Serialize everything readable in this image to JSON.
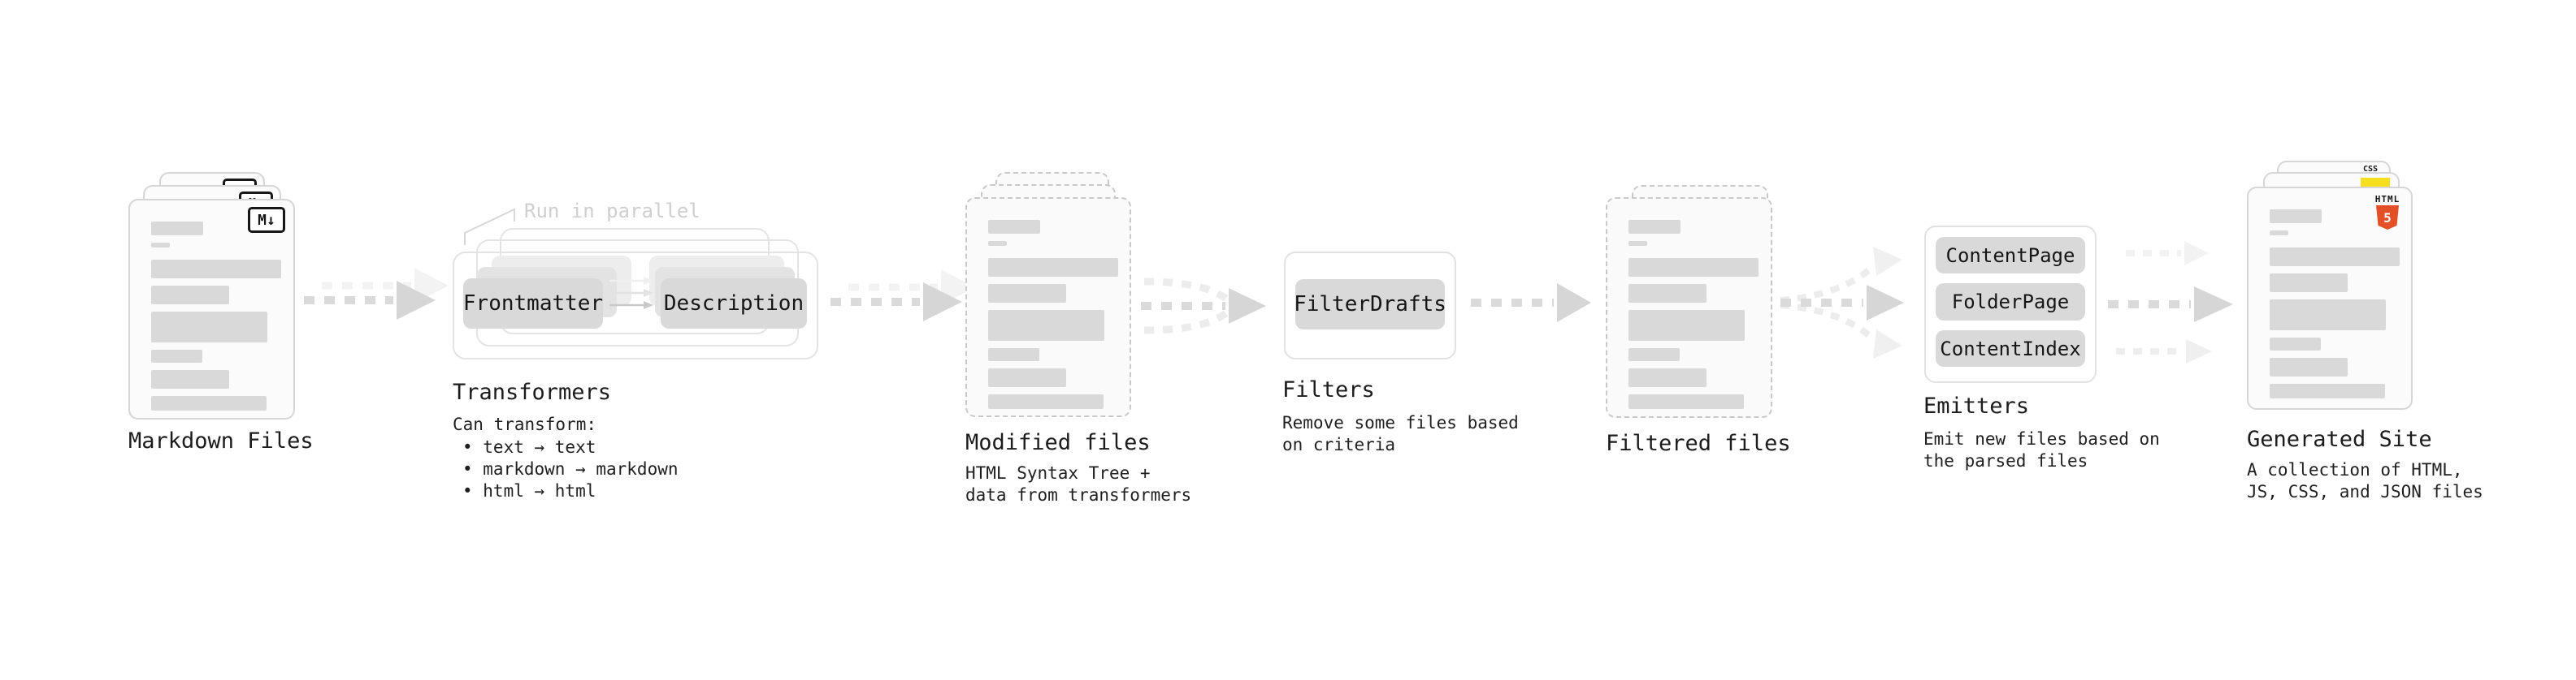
{
  "diagram": {
    "stage1": {
      "label": "Markdown Files",
      "badge": "M↓"
    },
    "stage2": {
      "note": "Run in parallel",
      "pill_left": "Frontmatter",
      "pill_right": "Description",
      "title": "Transformers",
      "caption_lines": [
        "Can transform:",
        "• text → text",
        "• markdown → markdown",
        "• html → html"
      ]
    },
    "stage3": {
      "label": "Modified files",
      "caption": "HTML Syntax Tree +\ndata from transformers"
    },
    "stage4": {
      "pill": "FilterDrafts",
      "title": "Filters",
      "caption": "Remove some files based\non criteria"
    },
    "stage5": {
      "label": "Filtered files"
    },
    "stage6": {
      "pills": [
        "ContentPage",
        "FolderPage",
        "ContentIndex"
      ],
      "title": "Emitters",
      "caption": "Emit new files based on\nthe parsed files"
    },
    "stage7": {
      "label": "Generated Site",
      "caption": "A collection of HTML,\nJS, CSS, and JSON files",
      "css_badge": "CSS",
      "html_badge_text": "HTML",
      "html_badge_number": "5"
    }
  },
  "colors": {
    "bar_gray": "#d9d9d9",
    "pill_gray": "#d9d9d9",
    "arrow_gray": "#d6d6d6",
    "faint_gray": "#ececec",
    "note_gray": "#cfcfcf",
    "html5_orange": "#e34f26",
    "js_yellow": "#f7df1e",
    "css_blue": "#2965f1"
  }
}
